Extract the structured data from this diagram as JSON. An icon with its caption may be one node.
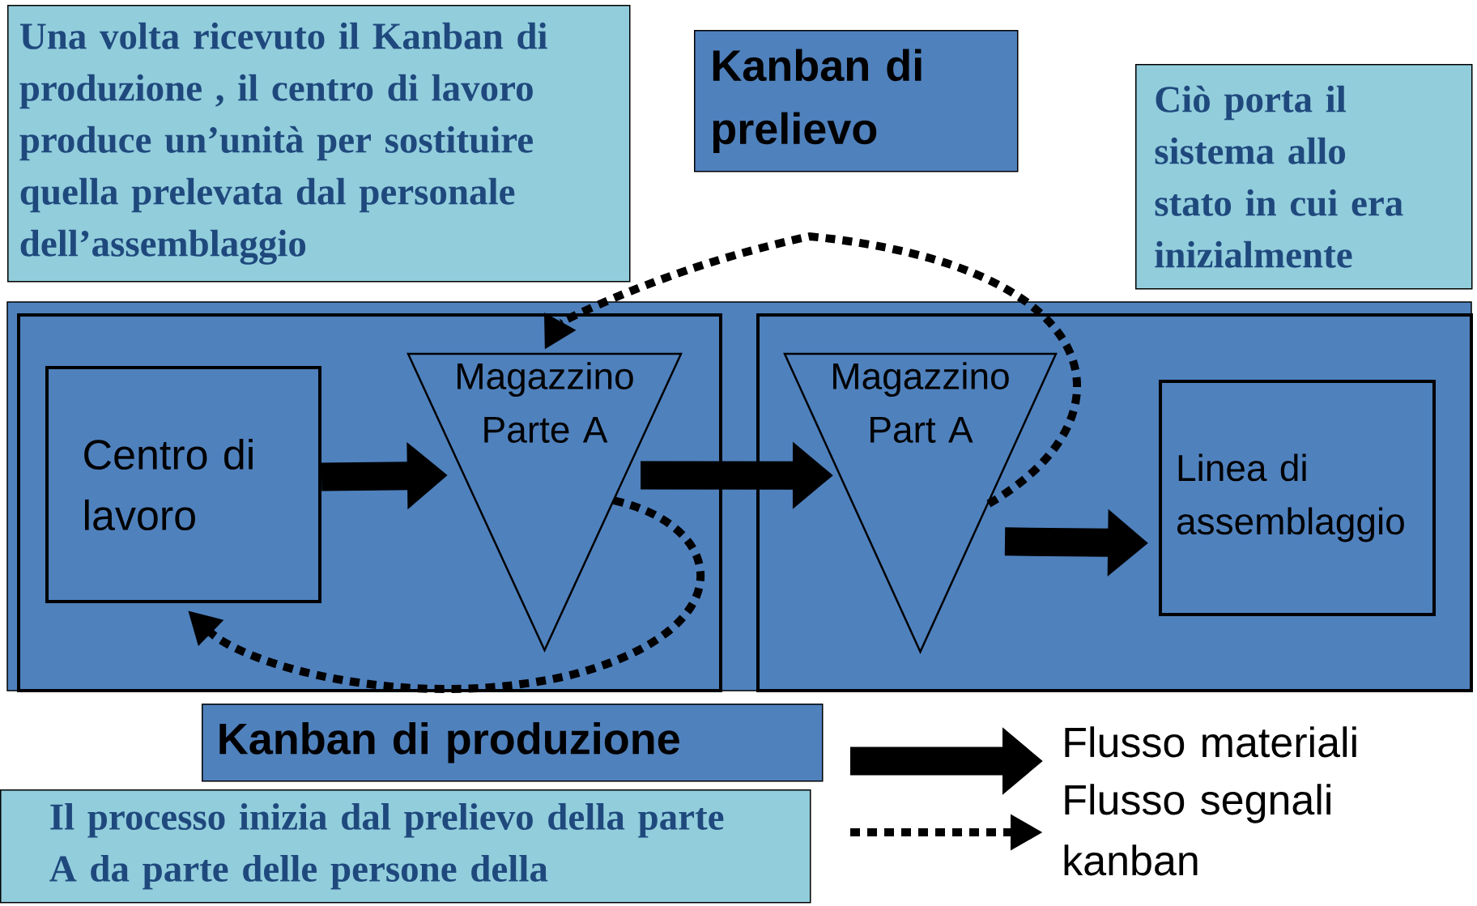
{
  "diagram": {
    "nodes": [
      {
        "text": [
          "Una volta ricevuto il Kanban di produzione , il centro di lavoro produce un’unità per sostituire quella prelevata dal personale dell’assemblaggio"
        ]
      },
      {
        "text": [
          "Kanban di prelievo"
        ]
      },
      {
        "text": [
          "Ciò porta il sistema allo stato  in cui era inizialmente"
        ]
      },
      {
        "text": [],
        "shape": "box"
      },
      {
        "text": [
          "Centro di lavoro"
        ],
        "in": 3
      },
      {
        "text": [
          "Magazzino Parte A"
        ],
        "in": 3
      },
      {
        "text": [],
        "shape": "box"
      },
      {
        "text": [
          "Magazzino Part A"
        ],
        "in": 6
      },
      {
        "text": [
          "Linea di assemblaggio"
        ],
        "in": 6
      },
      {
        "text": [
          "Kanban di produzione"
        ]
      },
      {
        "text": [
          "Il processo inizia dal prelievo della parte A da parte delle persone della"
        ]
      }
    ],
    "edges": [
      {
        "from": 4,
        "to": 5,
        "arrow": "to"
      },
      {
        "from": 5,
        "to": 7,
        "arrow": "to"
      },
      {
        "from": 7,
        "to": 8,
        "arrow": "to"
      },
      {
        "from": 7,
        "to": 5,
        "arrow": "to",
        "style": "dashed"
      },
      {
        "from": 5,
        "to": 4,
        "arrow": "to",
        "style": "dashed"
      }
    ],
    "legend": [
      {
        "text": "Flusso materiali"
      },
      {
        "text": "Flusso segnali kanban"
      }
    ]
  }
}
